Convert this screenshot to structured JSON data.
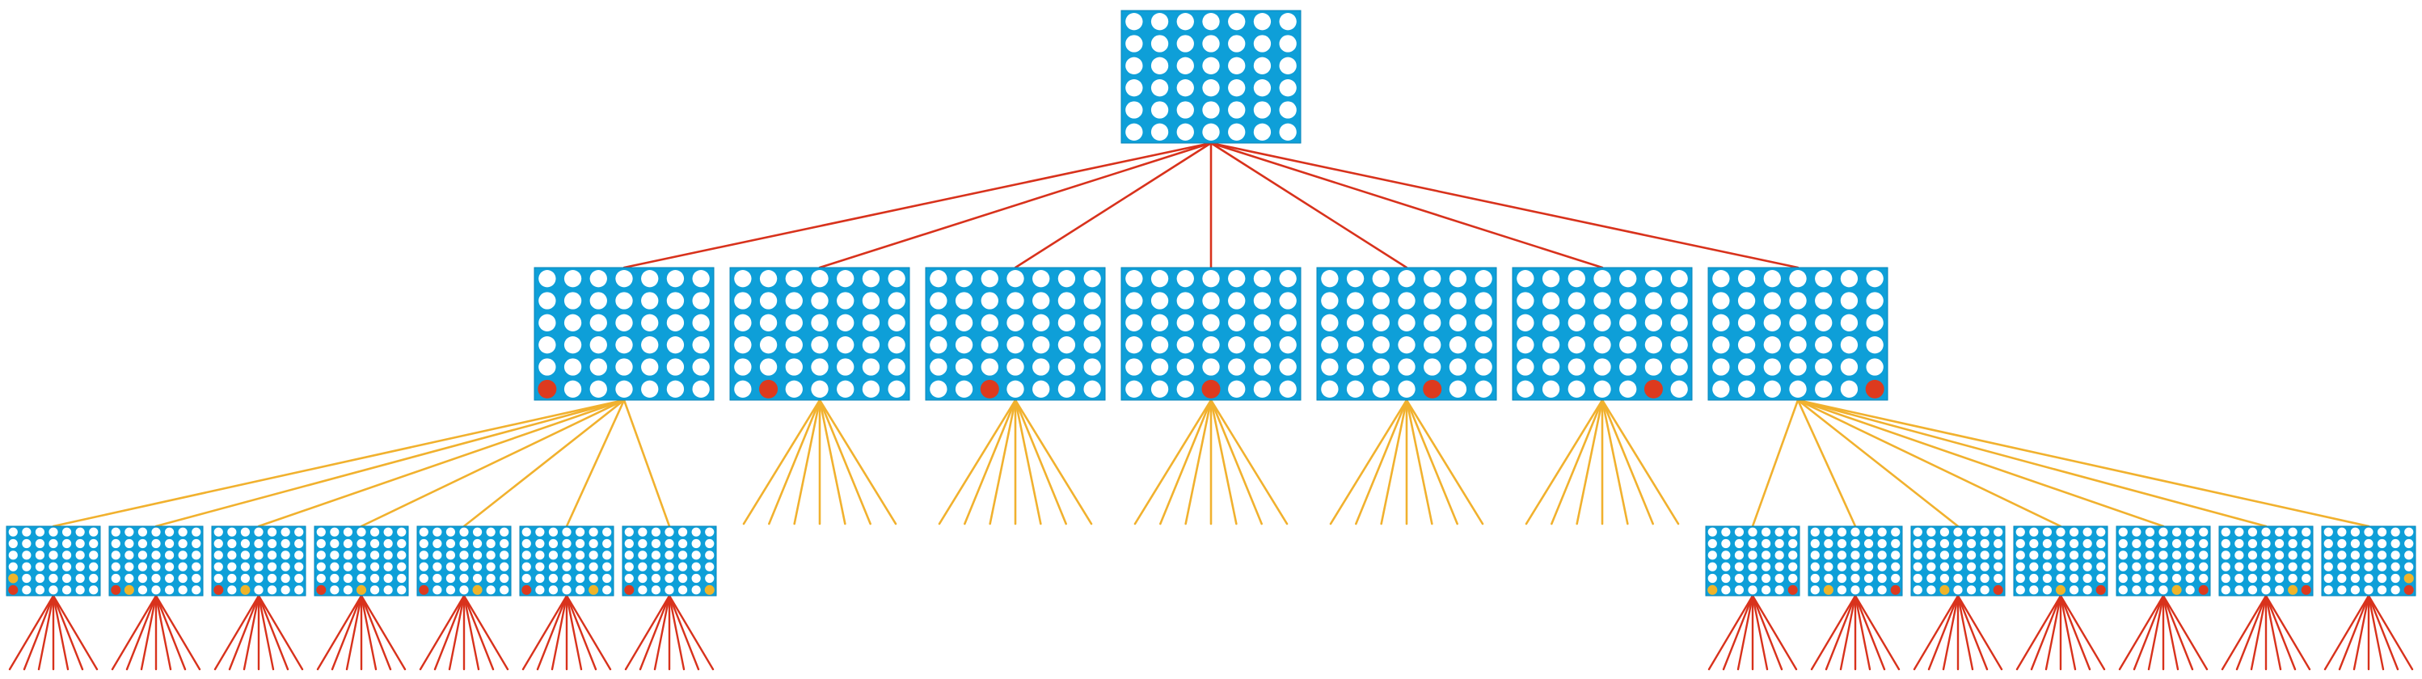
{
  "colors": {
    "board": "#0e9fd8",
    "board_edge": "#0a86b8",
    "hole": "#ffffff",
    "red": "#dd3a1e",
    "yellow": "#f0b429",
    "red_edge": "#d8321c",
    "yellow_edge": "#f1b12e",
    "background": "#ffffff"
  },
  "board": {
    "columns": 7,
    "rows": 6
  },
  "root": {
    "pieces": []
  },
  "level1": [
    {
      "pieces": [
        {
          "col": 0,
          "row": 5,
          "color": "red"
        }
      ],
      "expanded": true
    },
    {
      "pieces": [
        {
          "col": 1,
          "row": 5,
          "color": "red"
        }
      ],
      "expanded": false
    },
    {
      "pieces": [
        {
          "col": 2,
          "row": 5,
          "color": "red"
        }
      ],
      "expanded": false
    },
    {
      "pieces": [
        {
          "col": 3,
          "row": 5,
          "color": "red"
        }
      ],
      "expanded": false
    },
    {
      "pieces": [
        {
          "col": 4,
          "row": 5,
          "color": "red"
        }
      ],
      "expanded": false
    },
    {
      "pieces": [
        {
          "col": 5,
          "row": 5,
          "color": "red"
        }
      ],
      "expanded": false
    },
    {
      "pieces": [
        {
          "col": 6,
          "row": 5,
          "color": "red"
        }
      ],
      "expanded": true
    }
  ],
  "level2_left": [
    {
      "pieces": [
        {
          "col": 0,
          "row": 5,
          "color": "red"
        },
        {
          "col": 0,
          "row": 4,
          "color": "yellow"
        }
      ]
    },
    {
      "pieces": [
        {
          "col": 0,
          "row": 5,
          "color": "red"
        },
        {
          "col": 1,
          "row": 5,
          "color": "yellow"
        }
      ]
    },
    {
      "pieces": [
        {
          "col": 0,
          "row": 5,
          "color": "red"
        },
        {
          "col": 2,
          "row": 5,
          "color": "yellow"
        }
      ]
    },
    {
      "pieces": [
        {
          "col": 0,
          "row": 5,
          "color": "red"
        },
        {
          "col": 3,
          "row": 5,
          "color": "yellow"
        }
      ]
    },
    {
      "pieces": [
        {
          "col": 0,
          "row": 5,
          "color": "red"
        },
        {
          "col": 4,
          "row": 5,
          "color": "yellow"
        }
      ]
    },
    {
      "pieces": [
        {
          "col": 0,
          "row": 5,
          "color": "red"
        },
        {
          "col": 5,
          "row": 5,
          "color": "yellow"
        }
      ]
    },
    {
      "pieces": [
        {
          "col": 0,
          "row": 5,
          "color": "red"
        },
        {
          "col": 6,
          "row": 5,
          "color": "yellow"
        }
      ]
    }
  ],
  "level2_right": [
    {
      "pieces": [
        {
          "col": 6,
          "row": 5,
          "color": "red"
        },
        {
          "col": 0,
          "row": 5,
          "color": "yellow"
        }
      ]
    },
    {
      "pieces": [
        {
          "col": 6,
          "row": 5,
          "color": "red"
        },
        {
          "col": 1,
          "row": 5,
          "color": "yellow"
        }
      ]
    },
    {
      "pieces": [
        {
          "col": 6,
          "row": 5,
          "color": "red"
        },
        {
          "col": 2,
          "row": 5,
          "color": "yellow"
        }
      ]
    },
    {
      "pieces": [
        {
          "col": 6,
          "row": 5,
          "color": "red"
        },
        {
          "col": 3,
          "row": 5,
          "color": "yellow"
        }
      ]
    },
    {
      "pieces": [
        {
          "col": 6,
          "row": 5,
          "color": "red"
        },
        {
          "col": 4,
          "row": 5,
          "color": "yellow"
        }
      ]
    },
    {
      "pieces": [
        {
          "col": 6,
          "row": 5,
          "color": "red"
        },
        {
          "col": 5,
          "row": 5,
          "color": "yellow"
        }
      ]
    },
    {
      "pieces": [
        {
          "col": 6,
          "row": 5,
          "color": "red"
        },
        {
          "col": 6,
          "row": 4,
          "color": "yellow"
        }
      ]
    }
  ],
  "fan_branches": 7
}
